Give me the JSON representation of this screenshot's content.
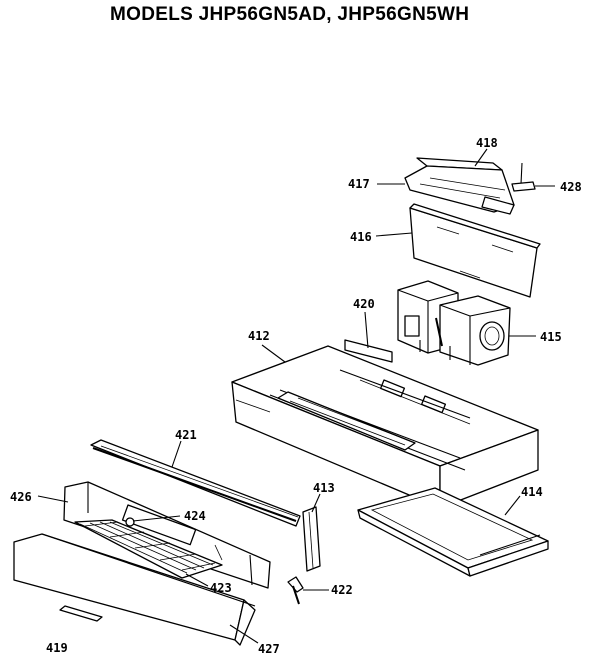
{
  "title": "MODELS JHP56GN5AD, JHP56GN5WH",
  "top_fragments": [
    "—",
    "—",
    "—"
  ],
  "labels": {
    "418": "418",
    "417": "417",
    "428": "428",
    "416": "416",
    "420": "420",
    "415": "415",
    "412": "412",
    "421": "421",
    "413": "413",
    "414": "414",
    "426": "426",
    "424": "424",
    "423": "423",
    "422": "422",
    "419": "419",
    "427": "427"
  }
}
